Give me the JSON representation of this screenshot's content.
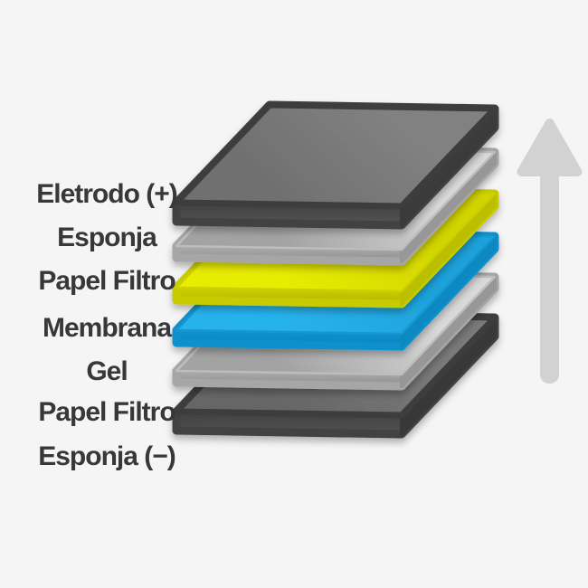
{
  "diagram": {
    "background": "#f5f5f5",
    "text_color": "#37383a",
    "labels": [
      {
        "text": "Eletrodo (+)"
      },
      {
        "text": "Esponja"
      },
      {
        "text": "Papel Filtro"
      },
      {
        "text": "Membrana"
      },
      {
        "text": "Gel"
      },
      {
        "text": "Papel Filtro"
      },
      {
        "text": "Esponja (−)"
      }
    ],
    "layers": [
      {
        "name": "electrode-plate-top",
        "color_top_back": "#818181",
        "color_top_front": "#707070",
        "color_front": "#434343",
        "color_front_bottom": "#555555",
        "color_side": "#3a3a3a",
        "rim": "#3e3e3e"
      },
      {
        "name": "sponge-layer-top",
        "color_top_back": "#d9d9d9",
        "color_top_front": "#a3a3a3",
        "color_front": "#a6a6a6",
        "color_front_bottom": "#8d8d8d",
        "color_side": "#979797",
        "rim": "#bdbdbd"
      },
      {
        "name": "filter-paper-layer-top",
        "color_top_back": "#d2d400",
        "color_top_front": "#e8ec00",
        "color_front": "#c7cb00",
        "color_front_bottom": "#b2b600",
        "color_side": "#babf00",
        "rim": "#cccf00"
      },
      {
        "name": "membrane-layer",
        "color_top_back": "#1da1da",
        "color_top_front": "#28b2ec",
        "color_front": "#0a90cd",
        "color_front_bottom": "#0b84ba",
        "color_side": "#0d89c2",
        "rim": "#1697d0"
      },
      {
        "name": "gel-layer",
        "color_top_back": "#d9d9d9",
        "color_top_front": "#a3a3a3",
        "color_front": "#a6a6a6",
        "color_front_bottom": "#8d8d8d",
        "color_side": "#979797",
        "rim": "#bdbdbd"
      },
      {
        "name": "bottom-dark-plate",
        "color_top_back": "#7a7a7a",
        "color_top_front": "#666666",
        "color_front": "#434343",
        "color_front_bottom": "#525252",
        "color_side": "#393939",
        "rim": "#3d3d3d"
      }
    ],
    "arrow": {
      "color": "#d2d2d3",
      "direction": "up"
    }
  }
}
